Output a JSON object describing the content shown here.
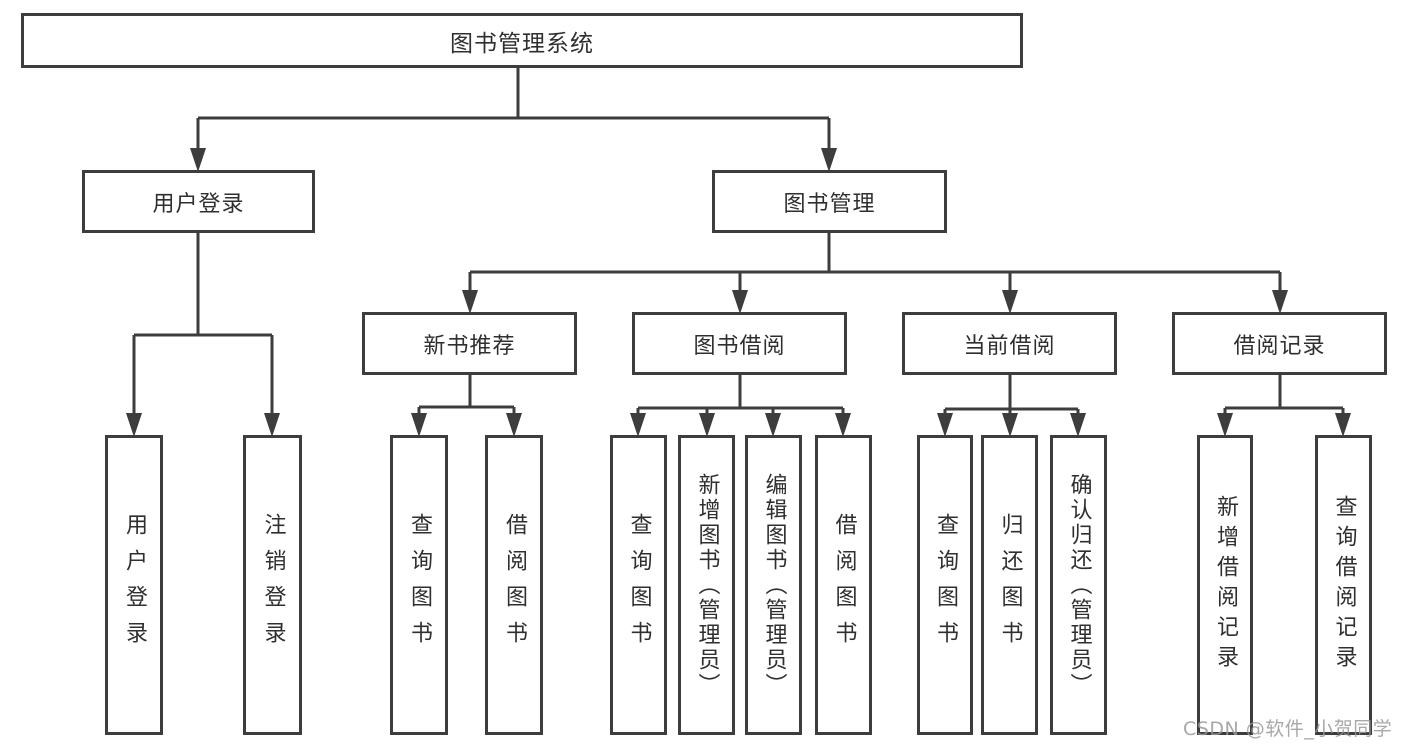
{
  "diagram": {
    "type": "hierarchy-tree",
    "root": {
      "label": "图书管理系统"
    },
    "level2": [
      {
        "id": "user-login",
        "label": "用户登录",
        "parent": "图书管理系统"
      },
      {
        "id": "book-management",
        "label": "图书管理",
        "parent": "图书管理系统"
      }
    ],
    "level3": [
      {
        "id": "new-book-recommend",
        "label": "新书推荐",
        "parent": "图书管理"
      },
      {
        "id": "book-borrow",
        "label": "图书借阅",
        "parent": "图书管理"
      },
      {
        "id": "current-borrow",
        "label": "当前借阅",
        "parent": "图书管理"
      },
      {
        "id": "borrow-records",
        "label": "借阅记录",
        "parent": "图书管理"
      }
    ],
    "leaves": [
      {
        "label": "用户登录",
        "parent": "用户登录"
      },
      {
        "label": "注销登录",
        "parent": "用户登录"
      },
      {
        "label": "查询图书",
        "parent": "新书推荐"
      },
      {
        "label": "借阅图书",
        "parent": "新书推荐"
      },
      {
        "label": "查询图书",
        "parent": "图书借阅"
      },
      {
        "label": "新增图书（管理员）",
        "parent": "图书借阅"
      },
      {
        "label": "编辑图书（管理员）",
        "parent": "图书借阅"
      },
      {
        "label": "借阅图书",
        "parent": "图书借阅"
      },
      {
        "label": "查询图书",
        "parent": "当前借阅"
      },
      {
        "label": "归还图书",
        "parent": "当前借阅"
      },
      {
        "label": "确认归还（管理员）",
        "parent": "当前借阅"
      },
      {
        "label": "新增借阅记录",
        "parent": "借阅记录"
      },
      {
        "label": "查询借阅记录",
        "parent": "借阅记录"
      }
    ]
  },
  "watermark": {
    "text": "CSDN @软件_小贺同学"
  },
  "colors": {
    "line": "#3d3d3d",
    "text": "#2f2f2f",
    "background": "#ffffff",
    "watermark": "#9a9a9a"
  }
}
